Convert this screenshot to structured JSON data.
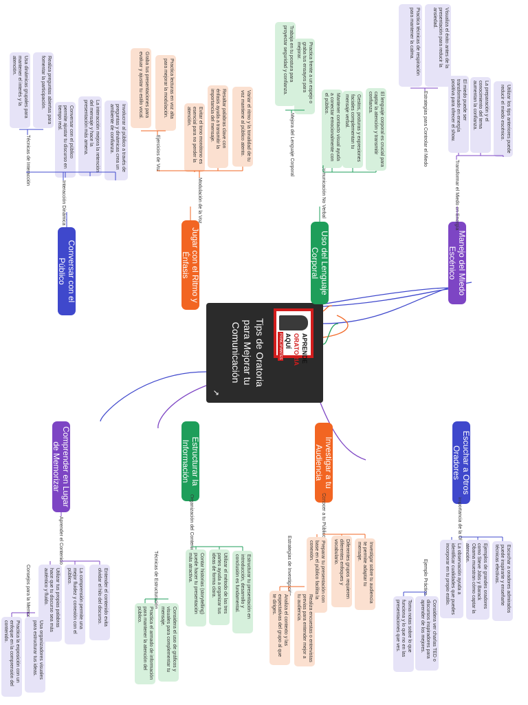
{
  "center": {
    "title": "Tips de Oratoria para Mejorar tu Comunicación",
    "cover_line1": "APRENDE",
    "cover_line2": "ORATORIA",
    "cover_line3": "AQUÍ",
    "cover_badge": "PRINCIPIANTES",
    "open_icon": "external-link-icon"
  },
  "colors": {
    "blue": "#3f48cc",
    "orange": "#f26522",
    "green": "#1e9e5a",
    "purple": "#7d45c4",
    "center": "#2b2b2b"
  },
  "topics": {
    "conversar": "Conversar con el Público",
    "ritmo": "Jugar con el Ritmo y Énfasis",
    "corporal": "Uso del Lenguaje Corporal",
    "miedo": "Manejo del Miedo Escénico",
    "comprender": "Comprender en Lugar de Memorizar",
    "estructurar": "Estructurar la Información",
    "investigar": "Investigar a tu Audiencia",
    "escuchar": "Escuchar a Otros Oradores"
  },
  "subtopics": {
    "interaccion_dinamica": "Interacción Dinámica",
    "tecnicas_interaccion": "Técnicas de Interacción",
    "modulacion_voz": "Modulación de la Voz",
    "ejercicios_voz": "Ejercicios de Voz",
    "comunicacion_no_verbal": "Comunicación No Verbal",
    "mejora_lenguaje": "Mejora del Lenguaje Corporal",
    "transformar_miedo": "Transformar el Miedo en Energía",
    "estrategias_miedo": "Estrategias para Controlar el Miedo",
    "aprender_contenido": "Aprender el Contenido",
    "consejos_memoria": "Consejos para la Memoria",
    "organizacion_contenido": "Organización del Contenido",
    "tecnicas_estructuracion": "Técnicas de Estructuración",
    "conocer_publico": "Conocer a tu Público",
    "estrategias_investigacion": "Estrategias de Investigación",
    "importancia_observacion": "Importancia de la Observación",
    "ejemplo_practico": "Ejemplo Práctico"
  },
  "leaves": {
    "conv1": "Involucrar al público a través de preguntas y dinámicas crea un ambiente de confianza.",
    "conv2": "La interacción mejora la retención del mensaje y hace la presentación más amena.",
    "conv3": "Conversar con el público permite ajustar tu discurso en tiempo real.",
    "conv4": "Realiza preguntas abiertas para fomentar la participación.",
    "conv5": "Usa dinámicas grupales para mantener el interés y la atención.",
    "ritmo1": "Variar el ritmo y la tonalidad de tu voz mantiene al público atento.",
    "ritmo2": "Resaltar palabras clave con énfasis ayuda a transmitir la importancia del mensaje.",
    "ritmo3": "Evitar el tono monótono es esencial para no perder la atención.",
    "ritmo4": "Practica lecturas en voz alta para mejorar la modulación.",
    "ritmo5": "Graba tus presentaciones para evaluar y ajustar tu estilo vocal.",
    "corp1": "El lenguaje corporal es crucial para captar la atención y transmitir confianza.",
    "corp2": "Gestos, posturas y expresiones faciales complementan tu mensaje verbal.",
    "corp3": "Mantener contacto visual ayuda a conectar emocionalmente con el público.",
    "corp4": "Practica frente a un espejo o graba tus ensayos para mejorar.",
    "corp5": "Trabaja en tu postura para proyectar seguridad y confianza.",
    "miedo1": "Utilizar los tips anteriores puede reducir el miedo escénico.",
    "miedo2": "La preparación y el conocimiento del tema aumentan la confianza.",
    "miedo3": "El miedo puede ser transformado en energía positiva para ofrecer el show.",
    "miedo4": "Visualiza el éxito antes de la presentación para reducir la ansiedad.",
    "miedo5": "Practica técnicas de respiración para mantener la calma.",
    "comp1": "Entender el contenido evita olvidar el hilo del discurso.",
    "comp2": "La comprensión permite una mejor fluidez y conexión con el público.",
    "comp3": "Utilizar tus propias palabras hace que tu discurso sea más auténtico y fluido.",
    "comp4": "Usa organizadores visuales para estructurar tus ideas.",
    "comp5": "Practica la exposición con un enfoque en la comprensión del contenido.",
    "est1": "Estructurar tu presentación en introducción, desarrollo y conclusión es fundamental.",
    "est2": "Utilizar el método de las tres partes ayuda a organizar tus ideas de forma clara.",
    "est3": "Contar historias (storytelling) puede hacer tu presentación más atractiva.",
    "est4": "Considera el uso de gráficos y visuales para complementar tu mensaje.",
    "est5": "Practica el armado de información para mantener la atención del público.",
    "inv1": "Investigar sobre tu audiencia te permite adaptar tu mensaje.",
    "inv2": "Diferentes grupos requieren diferentes enfoques y vocabulario.",
    "inv3": "Preparar tu presentación con base en el público facilita la conexión.",
    "inv4": "Realiza encuestas o entrevistas previas para entender mejor a tu audiencia.",
    "inv5": "Analiza el contexto y las expectativas del grupo al que te diriges.",
    "esc1": "Escuchar a oradores admirados puede inspirarte y enseñarte técnicas efectivas.",
    "esc2": "Ejemplos de grandes oradores como Steve Jobs y Barack Obama muestran cómo captar la atención.",
    "esc3": "La observación ayuda a identificar cualidades que puedes incorporar en tu propio estilo.",
    "esc4": "Considera ver charlas TED o discursos inspiradores para aprender de los mejores.",
    "esc5": "Toma notas sobre lo que funciona y lo que no en las presentaciones que ves."
  }
}
